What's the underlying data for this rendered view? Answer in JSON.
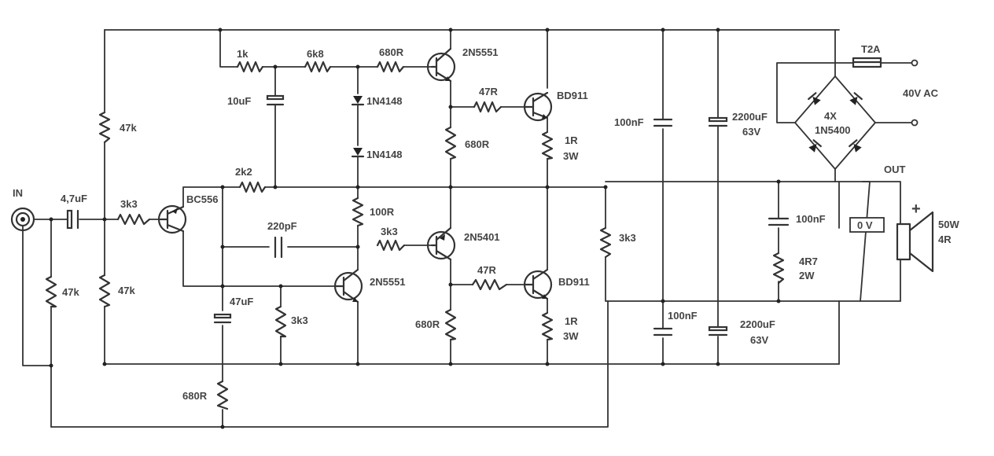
{
  "labels": {
    "in": "IN",
    "out": "OUT",
    "c_in": "4,7uF",
    "r_in_3k3": "3k3",
    "r_in_47k": "47k",
    "r_bias_top_47k": "47k",
    "r_bias_bot_47k": "47k",
    "q1": "BC556",
    "r_1k": "1k",
    "r_6k8": "6k8",
    "r_680_top": "680R",
    "q_2n5551_top": "2N5551",
    "c_10uF": "10uF",
    "d1": "1N4148",
    "d2": "1N4148",
    "r_47_top": "47R",
    "q_bd911_top": "BD911",
    "r_680_mid": "680R",
    "r_1r_top_a": "1R",
    "r_1r_top_b": "3W",
    "r_2k2": "2k2",
    "r_100r": "100R",
    "c_220pF": "220pF",
    "r_3k3_mid": "3k3",
    "q_2n5401": "2N5401",
    "q_2n5551_bot": "2N5551",
    "c_47uF": "47uF",
    "r_3k3_low": "3k3",
    "r_680_feedback": "680R",
    "r_47_bot": "47R",
    "q_bd911_bot": "BD911",
    "r_680_bot": "680R",
    "r_1r_bot_a": "1R",
    "r_1r_bot_b": "3W",
    "r_3k3_right": "3k3",
    "c_100nF_top": "100nF",
    "c_100nF_bot": "100nF",
    "c_2200_top_a": "2200uF",
    "c_2200_top_b": "63V",
    "c_2200_bot_a": "2200uF",
    "c_2200_bot_b": "63V",
    "bridge_a": "4X",
    "bridge_b": "1N5400",
    "fuse": "T2A",
    "ac": "40V AC",
    "c_zobel": "100nF",
    "r_zobel_a": "4R7",
    "r_zobel_b": "2W",
    "zero_v": "0 V",
    "plus": "+",
    "spk_a": "50W",
    "spk_b": "4R"
  }
}
